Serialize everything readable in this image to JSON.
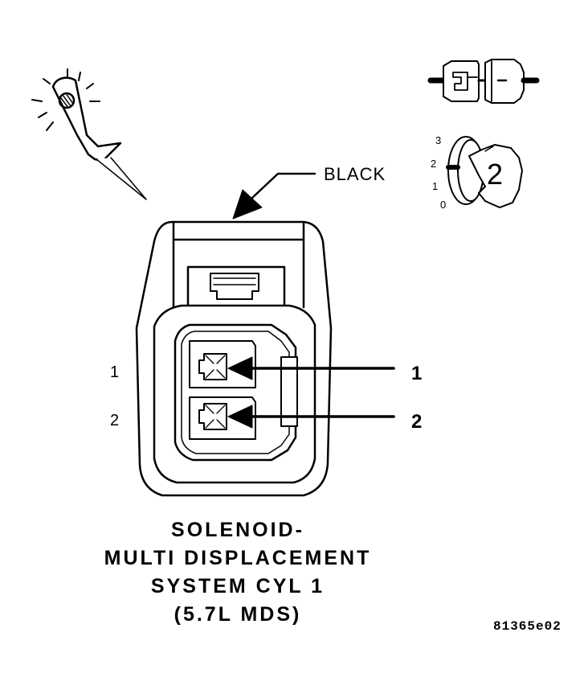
{
  "callout": {
    "color_label": "BLACK"
  },
  "pins": {
    "side_labels": [
      "1",
      "2"
    ],
    "callout_labels": [
      "1",
      "2"
    ]
  },
  "title_lines": [
    "SOLENOID-",
    "MULTI DISPLACEMENT",
    "SYSTEM CYL 1",
    "(5.7L MDS)"
  ],
  "test_key": {
    "scale": [
      "3",
      "2",
      "1",
      "0"
    ],
    "number": "2"
  },
  "figure_id": "81365e02",
  "icons": [
    "test-probe-icon",
    "connector-pair-icon",
    "test-key-icon"
  ],
  "colors": {
    "line": "#000000",
    "background": "#ffffff"
  }
}
